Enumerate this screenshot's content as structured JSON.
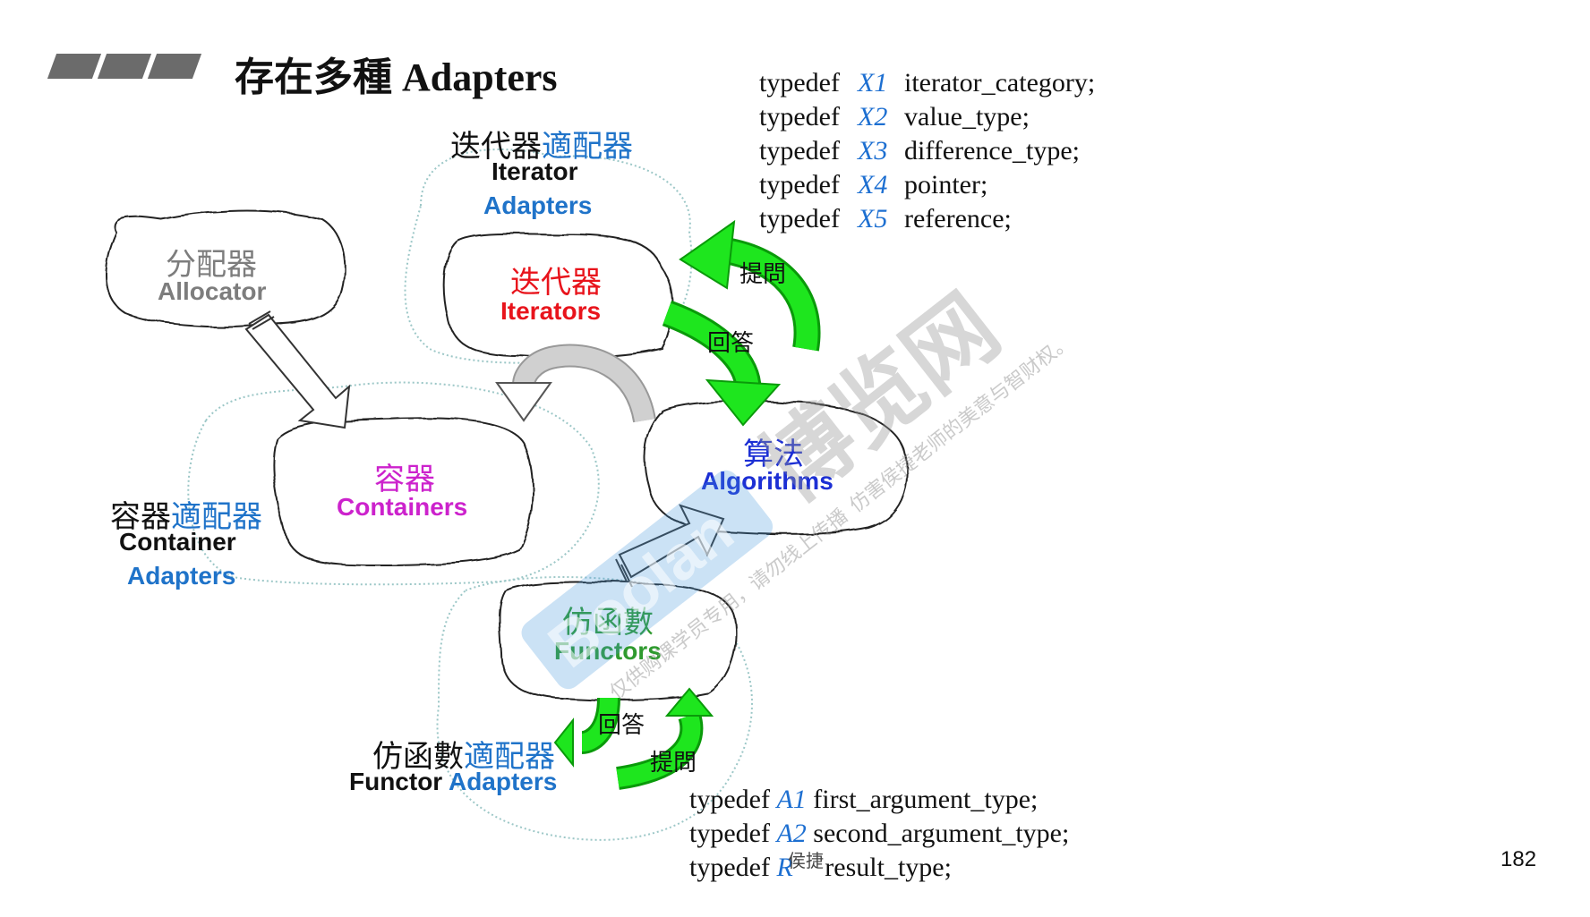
{
  "header": {
    "title": "存在多種 Adapters"
  },
  "nodes": {
    "allocator": {
      "zh": "分配器",
      "en": "Allocator"
    },
    "iterators": {
      "zh": "迭代器",
      "en": "Iterators"
    },
    "containers": {
      "zh": "容器",
      "en": "Containers"
    },
    "algorithms": {
      "zh": "算法",
      "en": "Algorithms"
    },
    "functors": {
      "zh": "仿函數",
      "en": "Functors"
    }
  },
  "adapters": {
    "iterator": {
      "zh_a": "迭代器",
      "zh_b": "適配器",
      "en_a": "Iterator",
      "en_b": "Adapters"
    },
    "container": {
      "zh_a": "容器",
      "zh_b": "適配器",
      "en_a": "Container",
      "en_b": "Adapters"
    },
    "functor": {
      "zh_a": "仿函數",
      "zh_b": "適配器",
      "en_a": "Functor",
      "en_b": "Adapters"
    }
  },
  "arrows": {
    "ask_top": "提問",
    "answer_top": "回答",
    "answer_bottom": "回答",
    "ask_bottom": "提問"
  },
  "iterator_typedefs": [
    {
      "kw": "typedef",
      "var": "X1",
      "name": "iterator_category;"
    },
    {
      "kw": "typedef",
      "var": "X2",
      "name": "value_type;"
    },
    {
      "kw": "typedef",
      "var": "X3",
      "name": "difference_type;"
    },
    {
      "kw": "typedef",
      "var": "X4",
      "name": "pointer;"
    },
    {
      "kw": "typedef",
      "var": "X5",
      "name": "reference;"
    }
  ],
  "functor_typedefs": [
    {
      "kw": "typedef",
      "var": "A1",
      "name": "first_argument_type;"
    },
    {
      "kw": "typedef",
      "var": "A2",
      "name": "second_argument_type;"
    },
    {
      "kw": "typedef",
      "var": "R",
      "name": "result_type;"
    }
  ],
  "overlay_small": "侯捷",
  "page_number": "182",
  "watermark": {
    "brand": "博览网",
    "line": "仿害侯捷老师的美意与智财权。",
    "line2": "仅供购课学员专用，请勿线上传播",
    "logo": "Boolan"
  },
  "colors": {
    "red": "#e8141c",
    "magenta": "#cc22cc",
    "blue": "#1c2fd4",
    "green": "#2f9a2f",
    "gray": "#7d7d7d",
    "arrow_green": "#17e817",
    "accent_blue": "#1f73c9"
  }
}
